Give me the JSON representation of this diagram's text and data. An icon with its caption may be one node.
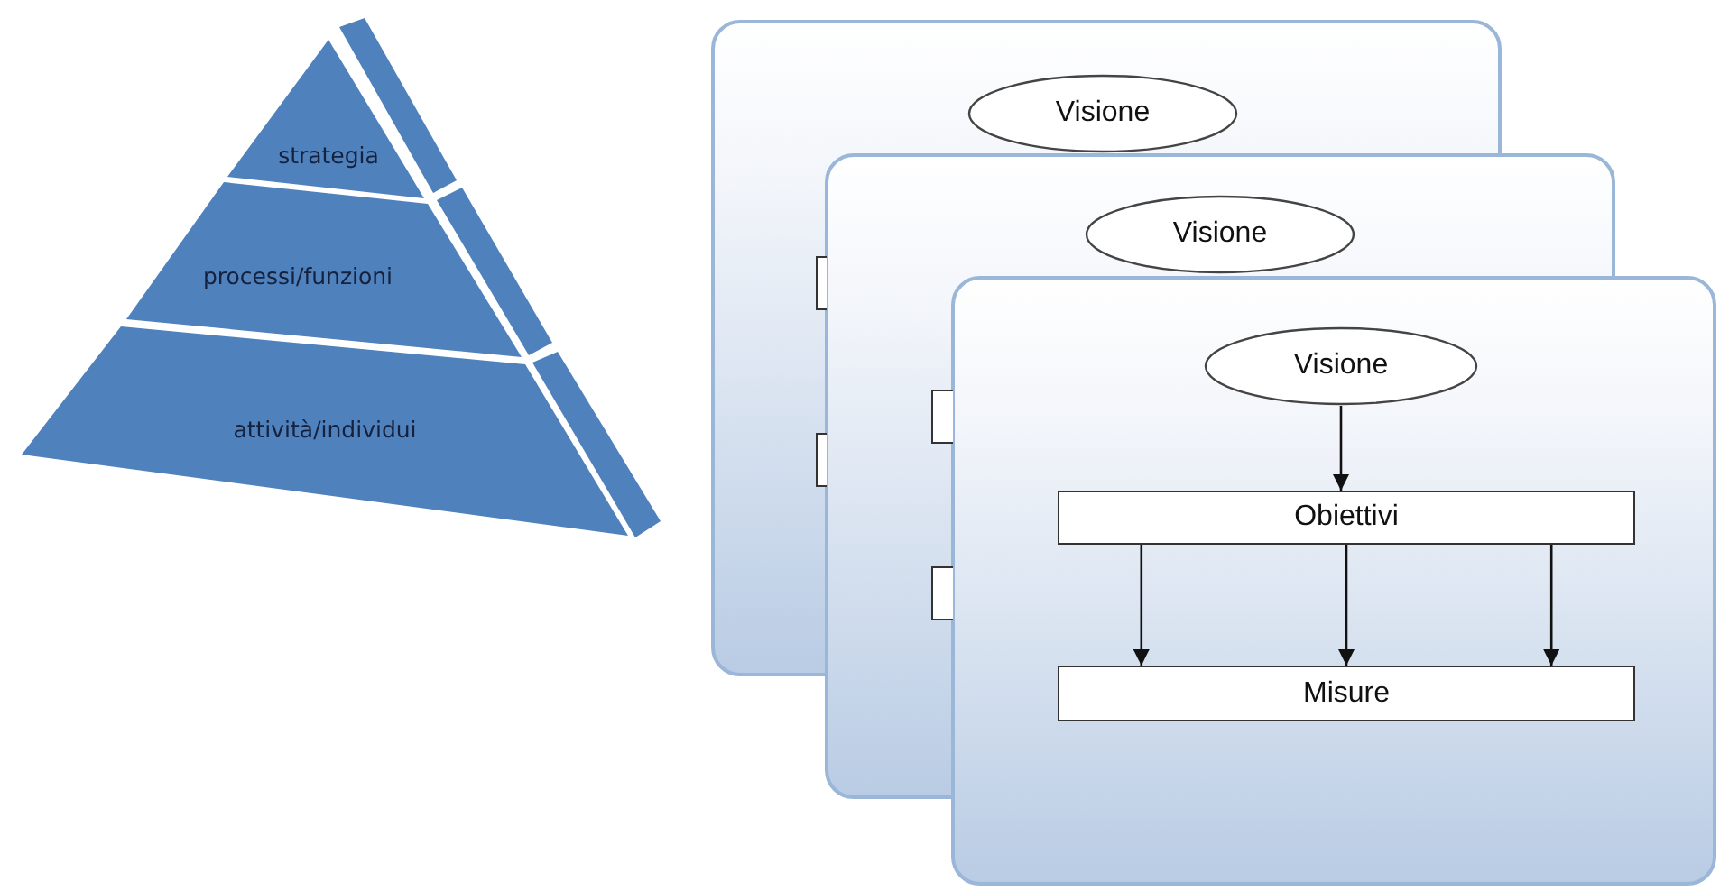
{
  "diagram": {
    "nodes": [
      {
        "text": [
          "strategia"
        ]
      },
      {
        "text": [
          "processi/funzioni"
        ]
      },
      {
        "text": [
          "attività/individui"
        ]
      },
      {
        "text": [
          "Visione"
        ]
      },
      {
        "text": [],
        "shape": "box"
      },
      {
        "text": [],
        "shape": "box"
      },
      {
        "text": [
          "Visione"
        ]
      },
      {
        "text": [],
        "shape": "box"
      },
      {
        "text": [],
        "shape": "box"
      },
      {
        "text": [
          "Visione"
        ]
      },
      {
        "text": [
          "Obiettivi"
        ]
      },
      {
        "text": [
          "Misure"
        ]
      }
    ],
    "edges": [
      {
        "from": 9,
        "to": 10,
        "arrow": "to"
      },
      {
        "from": 10,
        "to": 11,
        "arrow": "to"
      },
      {
        "from": 10,
        "to": 11,
        "arrow": "to"
      },
      {
        "from": 10,
        "to": 11,
        "arrow": "to"
      }
    ]
  }
}
